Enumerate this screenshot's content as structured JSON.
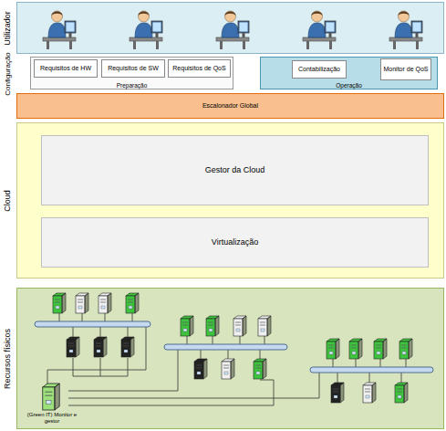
{
  "diagram": {
    "nodes": [
      {
        "text": [
          "Utilizador"
        ]
      },
      {
        "text": [
          "Preparação"
        ]
      },
      {
        "text": [
          "Requisitos de HW"
        ],
        "in": 1
      },
      {
        "text": [
          "Requisitos de SW"
        ],
        "in": 1
      },
      {
        "text": [
          "Requisitos de QoS"
        ],
        "in": 1
      },
      {
        "text": [
          "Operação"
        ]
      },
      {
        "text": [
          "Contabilização"
        ],
        "in": 5
      },
      {
        "text": [
          "Monitor de QoS"
        ],
        "in": 5
      },
      {
        "text": [
          "Escalonador Global"
        ]
      },
      {
        "text": [
          "Cloud"
        ]
      },
      {
        "text": [
          "Gestor da Cloud"
        ],
        "in": 9
      },
      {
        "text": [
          "Virtualização"
        ],
        "in": 9
      },
      {
        "text": [
          "Recursos físicos"
        ]
      }
    ],
    "labels": [
      "Configuração",
      "(Green IT) Monitor e gestor"
    ]
  }
}
